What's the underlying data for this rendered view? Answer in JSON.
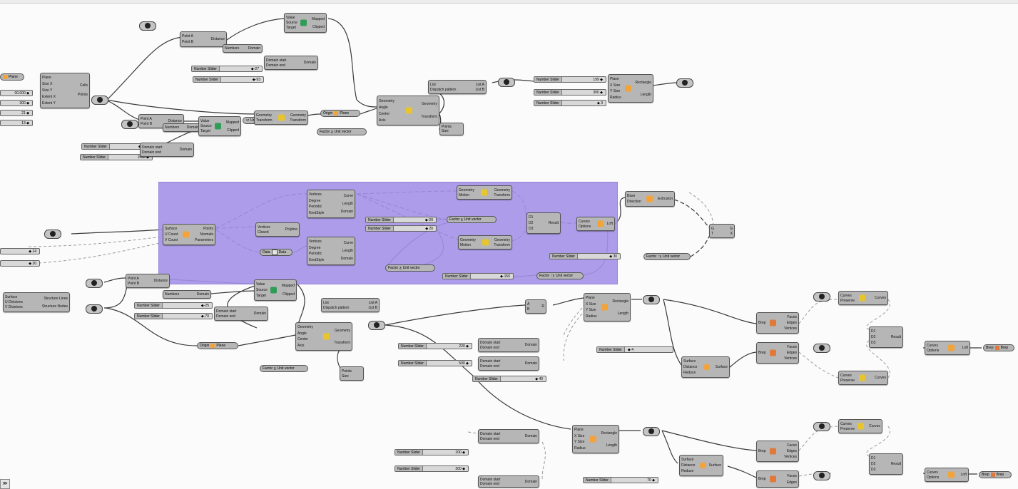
{
  "canvas": {
    "corner_label": "≫"
  },
  "colors": {
    "group": "#a592e8",
    "node": "#b6b6b6",
    "wire": "#3a3a3a",
    "wire_light": "#9a9a9a"
  },
  "top": {
    "value_mapper": {
      "in": [
        "Value",
        "Source",
        "Target"
      ],
      "out": [
        "Mapped",
        "Clipped"
      ]
    },
    "distance": {
      "in": [
        "Point A",
        "Point B"
      ],
      "out": [
        "Distance"
      ]
    },
    "numbers": {
      "in": [
        "Numbers"
      ],
      "out": [
        "Domain"
      ]
    },
    "domain_start": {
      "in": [
        "Domain start",
        "Domain end"
      ],
      "out": [
        "Domain"
      ]
    },
    "slider_a": {
      "label": "Number Slider",
      "value": "◆-27"
    },
    "slider_b": {
      "label": "Number Slider",
      "value": "◆-93"
    },
    "plane": {
      "label": "Plane"
    },
    "cells": {
      "in": [
        "Plane",
        "Size X",
        "Size Y",
        "Extent X",
        "Extent Y"
      ],
      "out": [
        "Cells",
        "Points"
      ]
    },
    "left_vals": [
      "00.000 ◆",
      "300 ◆",
      "21 ◆",
      "13 ◆"
    ],
    "distance2": {
      "in": [
        "Point A",
        "Point B"
      ],
      "out": [
        "Distance"
      ]
    },
    "numbers2": {
      "in": [
        "Numbers"
      ],
      "out": [
        "Domain"
      ]
    },
    "value_mapper2": {
      "in": [
        "Value",
        "Source",
        "Target"
      ],
      "out": [
        "Mapped",
        "Clipped"
      ]
    },
    "unit_vector1": {
      "label": "Unit vector"
    },
    "transform1": {
      "in": [
        "Geometry",
        "Transform"
      ],
      "out": [
        "Geometry",
        "Transform"
      ]
    },
    "slider_c": {
      "label": "Number Slider",
      "value": "◆ 0.00"
    },
    "slider_d": {
      "label": "Number Slider",
      "value": "1500 ◆"
    },
    "domain_start2": {
      "in": [
        "Domain start",
        "Domain end"
      ],
      "out": [
        "Domain"
      ]
    },
    "origin_plane": {
      "a": "Origin",
      "b": "Plane"
    },
    "factor_unit": {
      "a": "Factor",
      "b": "Unit vector"
    },
    "rotate": {
      "in": [
        "Geometry",
        "Angle",
        "Center",
        "Axis"
      ],
      "out": [
        "Geometry",
        "Transform"
      ]
    },
    "list": {
      "in": [
        "List",
        "Dispatch pattern"
      ],
      "out": [
        "List A",
        "List B"
      ]
    },
    "points_size": {
      "in": [
        "Points",
        "Size"
      ]
    },
    "slider_e": {
      "label": "Number Slider",
      "value": "199 ◆"
    },
    "slider_f": {
      "label": "Number Slider",
      "value": "300 ◆"
    },
    "slider_g": {
      "label": "Number Slider",
      "value": "◆ 3"
    },
    "rectangle": {
      "in": [
        "Plane",
        "X Size",
        "Y Size",
        "Radius"
      ],
      "out": [
        "Rectangle",
        "Length"
      ]
    }
  },
  "mid": {
    "surface_pts": {
      "in": [
        "Surface",
        "U Count",
        "V Count"
      ],
      "out": [
        "Points",
        "Normals",
        "Parameters"
      ]
    },
    "curve1": {
      "in": [
        "Vertices",
        "Degree",
        "Periodic",
        "KnotStyle"
      ],
      "out": [
        "Curve",
        "Length",
        "Domain"
      ]
    },
    "polyline": {
      "in": [
        "Vertices",
        "Closed"
      ],
      "out": [
        "Polyline"
      ]
    },
    "data": {
      "a": "Data",
      "b": "Data"
    },
    "curve2": {
      "in": [
        "Vertices",
        "Degree",
        "Periodic",
        "KnotStyle"
      ],
      "out": [
        "Curve",
        "Length",
        "Domain"
      ]
    },
    "move1": {
      "in": [
        "Geometry",
        "Motion"
      ],
      "out": [
        "Geometry",
        "Transform"
      ]
    },
    "move2": {
      "in": [
        "Geometry",
        "Motion"
      ],
      "out": [
        "Geometry",
        "Transform"
      ]
    },
    "slider_h": {
      "label": "Number Slider",
      "value": "◆-20"
    },
    "slider_i": {
      "label": "Number Slider",
      "value": "◆ 20"
    },
    "factor_unit2": {
      "a": "Factor",
      "b": "Unit vector"
    },
    "factor_unit3": {
      "a": "Factor",
      "b": "Unit vector"
    },
    "slider_j": {
      "label": "Number Slider",
      "value": "◆-150"
    },
    "factor_unit4": {
      "a": "Factor",
      "b": "Unit vector"
    },
    "merge": {
      "in": [
        "D1",
        "D2",
        "D3"
      ],
      "out": [
        "Result"
      ]
    },
    "loft": {
      "in": [
        "Curves",
        "Options"
      ],
      "out": [
        "Loft"
      ]
    },
    "extrusion": {
      "in": [
        "Base",
        "Direction"
      ],
      "out": [
        "Extrusion"
      ]
    },
    "slider_k": {
      "label": "Number Slider",
      "value": "◆ 30"
    },
    "factor_unit5": {
      "a": "Factor",
      "b": "Unit vector"
    },
    "gate": {
      "in": [
        "G",
        "T"
      ],
      "out": [
        "G",
        "X"
      ]
    },
    "left_vals": [
      "◆ 24",
      "◆ 20"
    ]
  },
  "bottom": {
    "distance3": {
      "in": [
        "Point A",
        "Point B"
      ],
      "out": [
        "Distance"
      ]
    },
    "numbers3": {
      "in": [
        "Numbers"
      ],
      "out": [
        "Domain"
      ]
    },
    "value_mapper3": {
      "in": [
        "Value",
        "Source",
        "Target"
      ],
      "out": [
        "Mapped",
        "Clipped"
      ]
    },
    "slider_l": {
      "label": "Number Slider",
      "value": "◆-25"
    },
    "slider_m": {
      "label": "Number Slider",
      "value": "◆-70"
    },
    "domain_start3": {
      "in": [
        "Domain start",
        "Domain end"
      ],
      "out": [
        "Domain"
      ]
    },
    "structure": {
      "in": [
        "Surface",
        "U Divisions",
        "V Divisions"
      ],
      "out": [
        "Structure Lines",
        "Structure Nodes"
      ]
    },
    "origin_plane2": {
      "a": "Origin",
      "b": "Plane"
    },
    "rotate2": {
      "in": [
        "Geometry",
        "Angle",
        "Center",
        "Axis"
      ],
      "out": [
        "Geometry",
        "Transform"
      ]
    },
    "factor_unit6": {
      "a": "Factor",
      "b": "Unit vector"
    },
    "points_size2": {
      "in": [
        "Points",
        "Size"
      ]
    },
    "list2": {
      "in": [
        "List",
        "Dispatch pattern"
      ],
      "out": [
        "List A",
        "List B"
      ]
    },
    "ab": {
      "in": [
        "A",
        "B"
      ],
      "out": [
        "R"
      ]
    },
    "rectangle2": {
      "in": [
        "Plane",
        "X Size",
        "Y Size",
        "Radius"
      ],
      "out": [
        "Rectangle",
        "Length"
      ]
    },
    "slider_n": {
      "label": "Number Slider",
      "value": "220 ◆"
    },
    "slider_o": {
      "label": "Number Slider",
      "value": "500 ◆"
    },
    "slider_p": {
      "label": "Number Slider",
      "value": "◆ 40"
    },
    "domain_start4": {
      "in": [
        "Domain start",
        "Domain end"
      ],
      "out": [
        "Domain"
      ]
    },
    "domain_start5": {
      "in": [
        "Domain start",
        "Domain end"
      ],
      "out": [
        "Domain"
      ]
    },
    "slider_q": {
      "label": "Number Slider",
      "value": "◆ 4"
    },
    "offset_srf": {
      "in": [
        "Surface",
        "Distance",
        "Reduce"
      ],
      "out": [
        "Surface"
      ]
    },
    "brep1": {
      "in": [
        "Brep"
      ],
      "out": [
        "Faces",
        "Edges",
        "Vertices"
      ]
    },
    "brep2": {
      "in": [
        "Brep"
      ],
      "out": [
        "Faces",
        "Edges",
        "Vertices"
      ]
    },
    "curves1": {
      "in": [
        "Curves",
        "Preserve"
      ],
      "out": [
        "Curves"
      ]
    },
    "curves2": {
      "in": [
        "Curves",
        "Preserve"
      ],
      "out": [
        "Curves"
      ]
    },
    "merge2": {
      "in": [
        "D1",
        "D2",
        "D3"
      ],
      "out": [
        "Result"
      ]
    },
    "loft2": {
      "in": [
        "Curves",
        "Options"
      ],
      "out": [
        "Loft"
      ]
    },
    "brep_out": {
      "a": "Brep",
      "b": "Brep"
    },
    "rectangle3": {
      "in": [
        "Plane",
        "X Size",
        "Y Size",
        "Radius"
      ],
      "out": [
        "Rectangle",
        "Length"
      ]
    },
    "domain_start6": {
      "in": [
        "Domain start",
        "Domain end"
      ],
      "out": [
        "Domain"
      ]
    },
    "domain_start7": {
      "in": [
        "Domain start",
        "Domain end"
      ],
      "out": [
        "Domain"
      ]
    },
    "slider_r": {
      "label": "Number Slider",
      "value": "200 ◆"
    },
    "slider_s": {
      "label": "Number Slider",
      "value": "300 ◆"
    },
    "slider_t": {
      "label": "Number Slider",
      "value": "70 ◆"
    },
    "offset_srf2": {
      "in": [
        "Surface",
        "Distance",
        "Reduce"
      ],
      "out": [
        "Surface"
      ]
    },
    "brep3": {
      "in": [
        "Brep"
      ],
      "out": [
        "Faces",
        "Edges",
        "Vertices"
      ]
    },
    "brep4": {
      "in": [
        "Brep"
      ],
      "out": [
        "Faces",
        "Edges"
      ]
    },
    "curves3": {
      "in": [
        "Curves",
        "Preserve"
      ],
      "out": [
        "Curves"
      ]
    },
    "merge3": {
      "in": [
        "D1",
        "D2",
        "D3"
      ],
      "out": [
        "Result"
      ]
    },
    "loft3": {
      "in": [
        "Curves",
        "Options"
      ],
      "out": [
        "Loft"
      ]
    },
    "brep_out2": {
      "a": "Brep",
      "b": "Brep"
    }
  }
}
